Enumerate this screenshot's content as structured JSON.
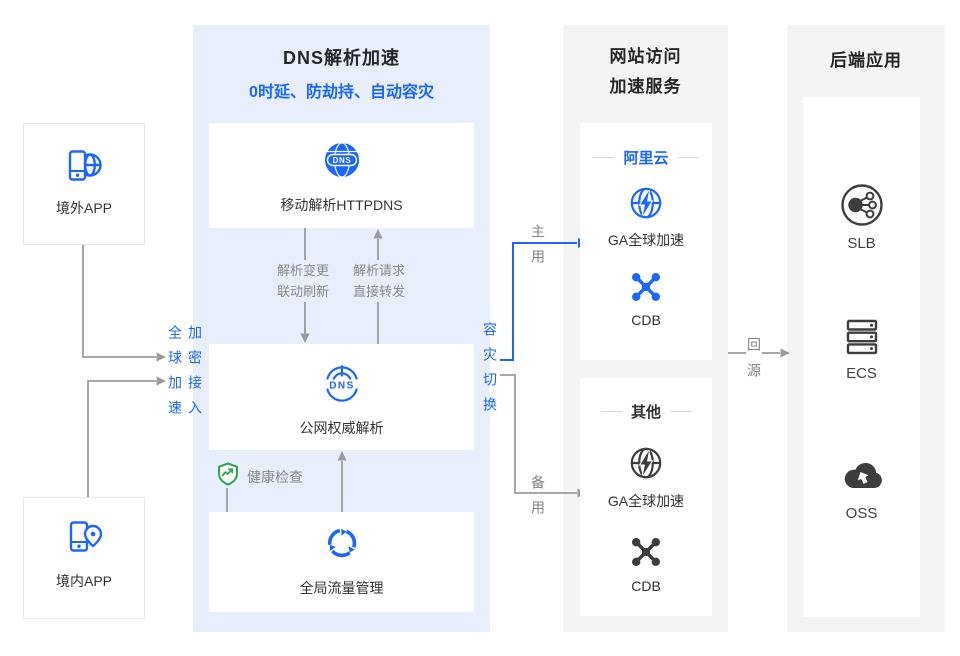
{
  "colors": {
    "accent_blue": "#1a66ff",
    "panel_blue": "#e8eefb",
    "panel_gray": "#f4f4f4",
    "line_gray": "#9b9b9b",
    "text_dark": "#262626",
    "text_gray": "#8a8a8a",
    "health_green": "#2fa44e",
    "icon_dark": "#3d3d3d"
  },
  "left": {
    "overseas_app": "境外APP",
    "domestic_app": "境内APP",
    "global_acceleration": "全球加速",
    "encrypted_access": "加密接入"
  },
  "dns_panel": {
    "title": "DNS解析加速",
    "subtitle": "0时延、防劫持、自动容灾",
    "httpdns_label": "移动解析HTTPDNS",
    "authoritative_label": "公网权威解析",
    "gtm_label": "全局流量管理",
    "health_check": "健康检查",
    "change_flow": [
      "解析变更",
      "联动刷新"
    ],
    "request_flow": [
      "解析请求",
      "直接转发"
    ],
    "failover": "容灾切换"
  },
  "routes": {
    "primary": "主用",
    "backup": "备用",
    "back_to_origin": "回源"
  },
  "web_accel_panel": {
    "title_line1": "网站访问",
    "title_line2": "加速服务",
    "aliyun_group": {
      "header": "阿里云",
      "ga": "GA全球加速",
      "cdb": "CDB"
    },
    "other_group": {
      "header": "其他",
      "ga": "GA全球加速",
      "cdb": "CDB"
    }
  },
  "backend_panel": {
    "title": "后端应用",
    "slb": "SLB",
    "ecs": "ECS",
    "oss": "OSS"
  }
}
